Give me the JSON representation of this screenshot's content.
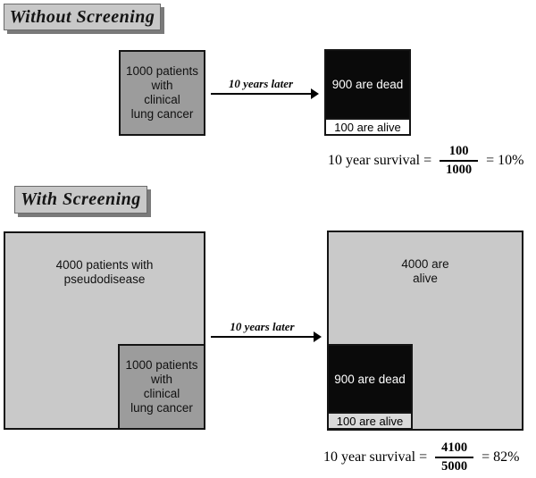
{
  "without_screening": {
    "title": "Without Screening",
    "source_box": {
      "lines": [
        "1000 patients",
        "with",
        "clinical",
        "lung cancer"
      ]
    },
    "arrow_label": "10 years later",
    "outcome_box": {
      "dead": "900 are dead",
      "alive": "100 are alive"
    },
    "formula": {
      "label": "10 year survival =",
      "numerator": "100",
      "denominator": "1000",
      "result": "= 10%"
    }
  },
  "with_screening": {
    "title": "With Screening",
    "pseudo_box": {
      "lines": [
        "4000 patients with",
        "pseudodisease"
      ]
    },
    "source_box": {
      "lines": [
        "1000 patients",
        "with",
        "clinical",
        "lung cancer"
      ]
    },
    "arrow_label": "10 years later",
    "alive_box": {
      "lines": [
        "4000 are",
        "alive"
      ]
    },
    "outcome_box": {
      "dead": "900 are dead",
      "alive": "100 are alive"
    },
    "formula": {
      "label": "10 year survival =",
      "numerator": "4100",
      "denominator": "5000",
      "result": "= 82%"
    }
  },
  "colors": {
    "header_fill": "#c8c8c8",
    "header_shadow": "#7a7a7a",
    "source_box_fill": "#9c9c9c",
    "large_box_fill": "#c9c9c9",
    "dead_box_fill": "#0a0a0a",
    "alive_strip_without_fill": "#ffffff",
    "alive_strip_with_fill": "#dadada",
    "border": "#141414",
    "background": "#ffffff"
  }
}
